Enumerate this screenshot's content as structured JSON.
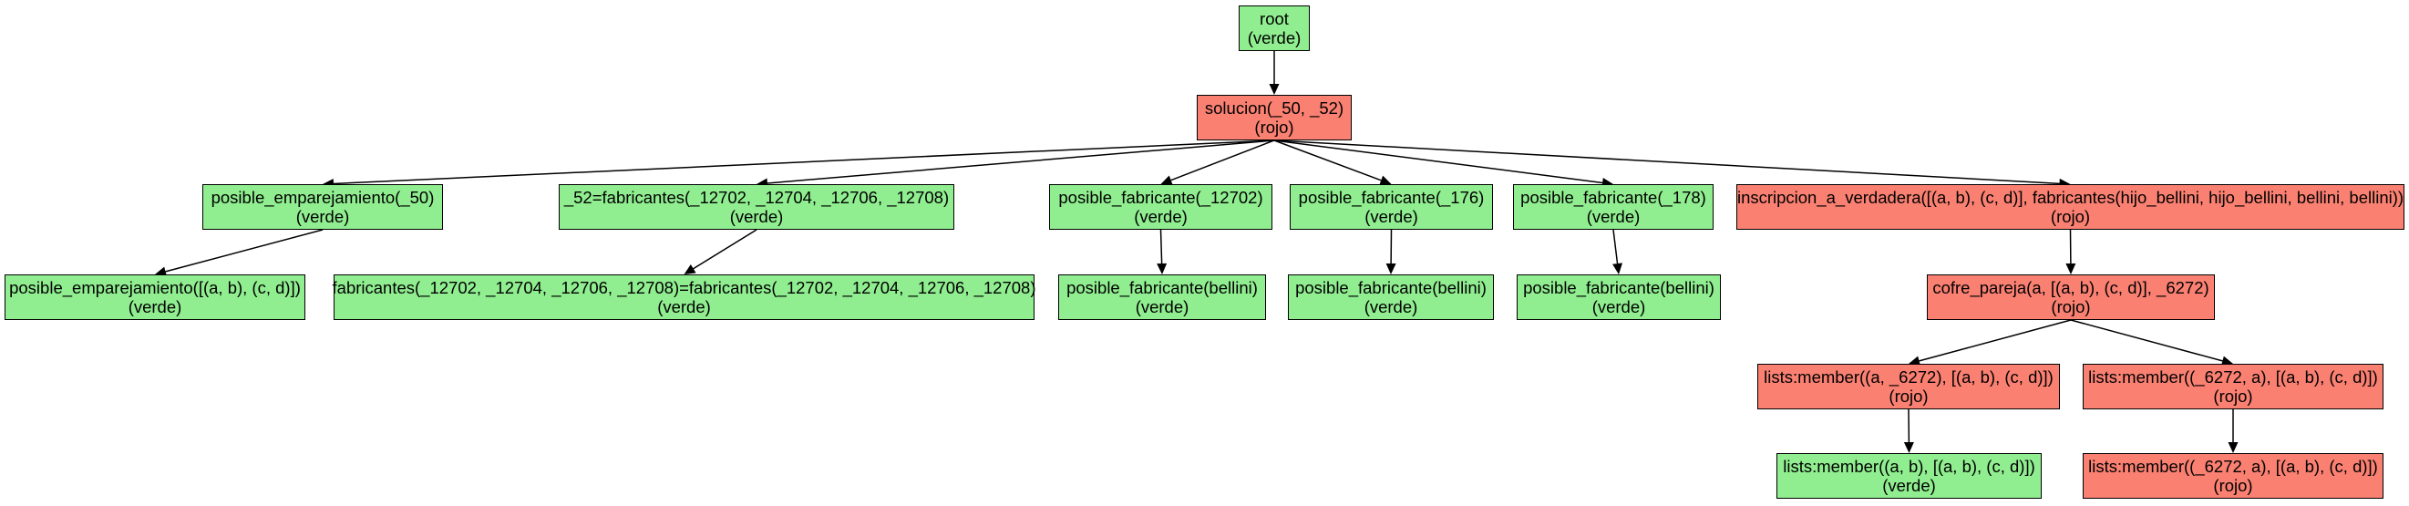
{
  "colors": {
    "verde": "#90ee90",
    "rojo": "#fa8072",
    "edge": "#000000"
  },
  "nodes": {
    "n0": {
      "label": "root",
      "status": "(verde)",
      "color": "verde"
    },
    "n1": {
      "label": "solucion(_50, _52)",
      "status": "(rojo)",
      "color": "rojo"
    },
    "n2": {
      "label": "posible_emparejamiento(_50)",
      "status": "(verde)",
      "color": "verde"
    },
    "n3": {
      "label": "_52=fabricantes(_12702, _12704, _12706, _12708)",
      "status": "(verde)",
      "color": "verde"
    },
    "n4": {
      "label": "posible_fabricante(_12702)",
      "status": "(verde)",
      "color": "verde"
    },
    "n5": {
      "label": "posible_fabricante(_176)",
      "status": "(verde)",
      "color": "verde"
    },
    "n6": {
      "label": "posible_fabricante(_178)",
      "status": "(verde)",
      "color": "verde"
    },
    "n7": {
      "label": "inscripcion_a_verdadera([(a, b), (c, d)], fabricantes(hijo_bellini, hijo_bellini, bellini, bellini))",
      "status": "(rojo)",
      "color": "rojo"
    },
    "n8": {
      "label": "posible_emparejamiento([(a, b), (c, d)])",
      "status": "(verde)",
      "color": "verde"
    },
    "n9": {
      "label": "fabricantes(_12702, _12704, _12706, _12708)=fabricantes(_12702, _12704, _12706, _12708)",
      "status": "(verde)",
      "color": "verde"
    },
    "n10": {
      "label": "posible_fabricante(bellini)",
      "status": "(verde)",
      "color": "verde"
    },
    "n11": {
      "label": "posible_fabricante(bellini)",
      "status": "(verde)",
      "color": "verde"
    },
    "n12": {
      "label": "posible_fabricante(bellini)",
      "status": "(verde)",
      "color": "verde"
    },
    "n13": {
      "label": "cofre_pareja(a, [(a, b), (c, d)], _6272)",
      "status": "(rojo)",
      "color": "rojo"
    },
    "n14": {
      "label": "lists:member((a, _6272), [(a, b), (c, d)])",
      "status": "(rojo)",
      "color": "rojo"
    },
    "n15": {
      "label": "lists:member((_6272, a), [(a, b), (c, d)])",
      "status": "(rojo)",
      "color": "rojo"
    },
    "n16": {
      "label": "lists:member((a, b), [(a, b), (c, d)])",
      "status": "(verde)",
      "color": "verde"
    },
    "n17": {
      "label": "lists:member((_6272, a), [(a, b), (c, d)])",
      "status": "(rojo)",
      "color": "rojo"
    }
  },
  "edges": [
    [
      "n0",
      "n1"
    ],
    [
      "n1",
      "n2"
    ],
    [
      "n1",
      "n3"
    ],
    [
      "n1",
      "n4"
    ],
    [
      "n1",
      "n5"
    ],
    [
      "n1",
      "n6"
    ],
    [
      "n1",
      "n7"
    ],
    [
      "n2",
      "n8"
    ],
    [
      "n3",
      "n9"
    ],
    [
      "n4",
      "n10"
    ],
    [
      "n5",
      "n11"
    ],
    [
      "n6",
      "n12"
    ],
    [
      "n7",
      "n13"
    ],
    [
      "n13",
      "n14"
    ],
    [
      "n13",
      "n15"
    ],
    [
      "n14",
      "n16"
    ],
    [
      "n15",
      "n17"
    ]
  ]
}
